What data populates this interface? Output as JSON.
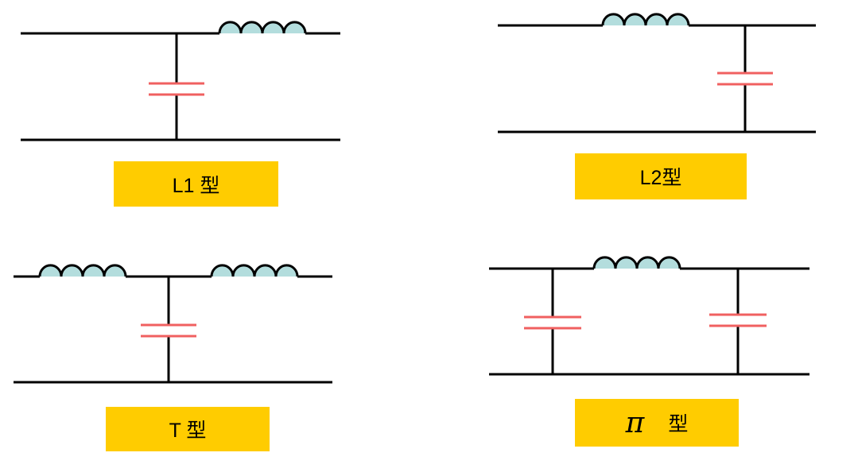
{
  "colors": {
    "wire": "#000000",
    "inductor_fill": "#B3DDDD",
    "capacitor": "#F06060",
    "label_bg": "#FFCC00"
  },
  "diagrams": [
    {
      "id": "l1",
      "label": "L1 型"
    },
    {
      "id": "l2",
      "label": "L2型"
    },
    {
      "id": "t",
      "label": "T 型"
    },
    {
      "id": "pi",
      "symbol": "π",
      "label": "型"
    }
  ]
}
